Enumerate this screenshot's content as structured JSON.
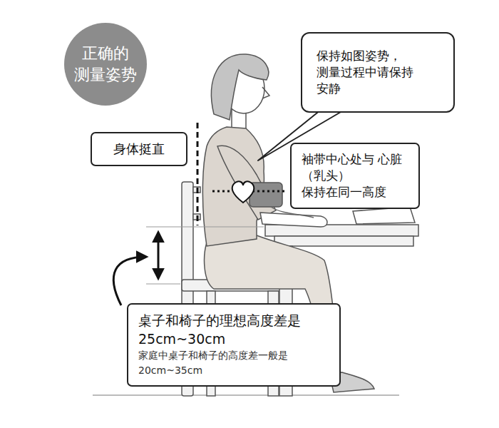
{
  "diagram": {
    "nodes": [
      {
        "text": [
          "正确的 测量姿势"
        ]
      },
      {
        "text": [
          "保持如图姿势， 测量过程中请保持 安静"
        ]
      },
      {
        "text": [
          "身体挺直"
        ]
      },
      {
        "text": [
          "袖带中心处与 心脏（乳头） 保持在同一高度"
        ]
      },
      {
        "text": [
          "桌子和椅子的理想高度差是 25cm~30cm",
          "家庭中桌子和椅子的高度差一般是 20cm~35cm"
        ]
      }
    ]
  }
}
